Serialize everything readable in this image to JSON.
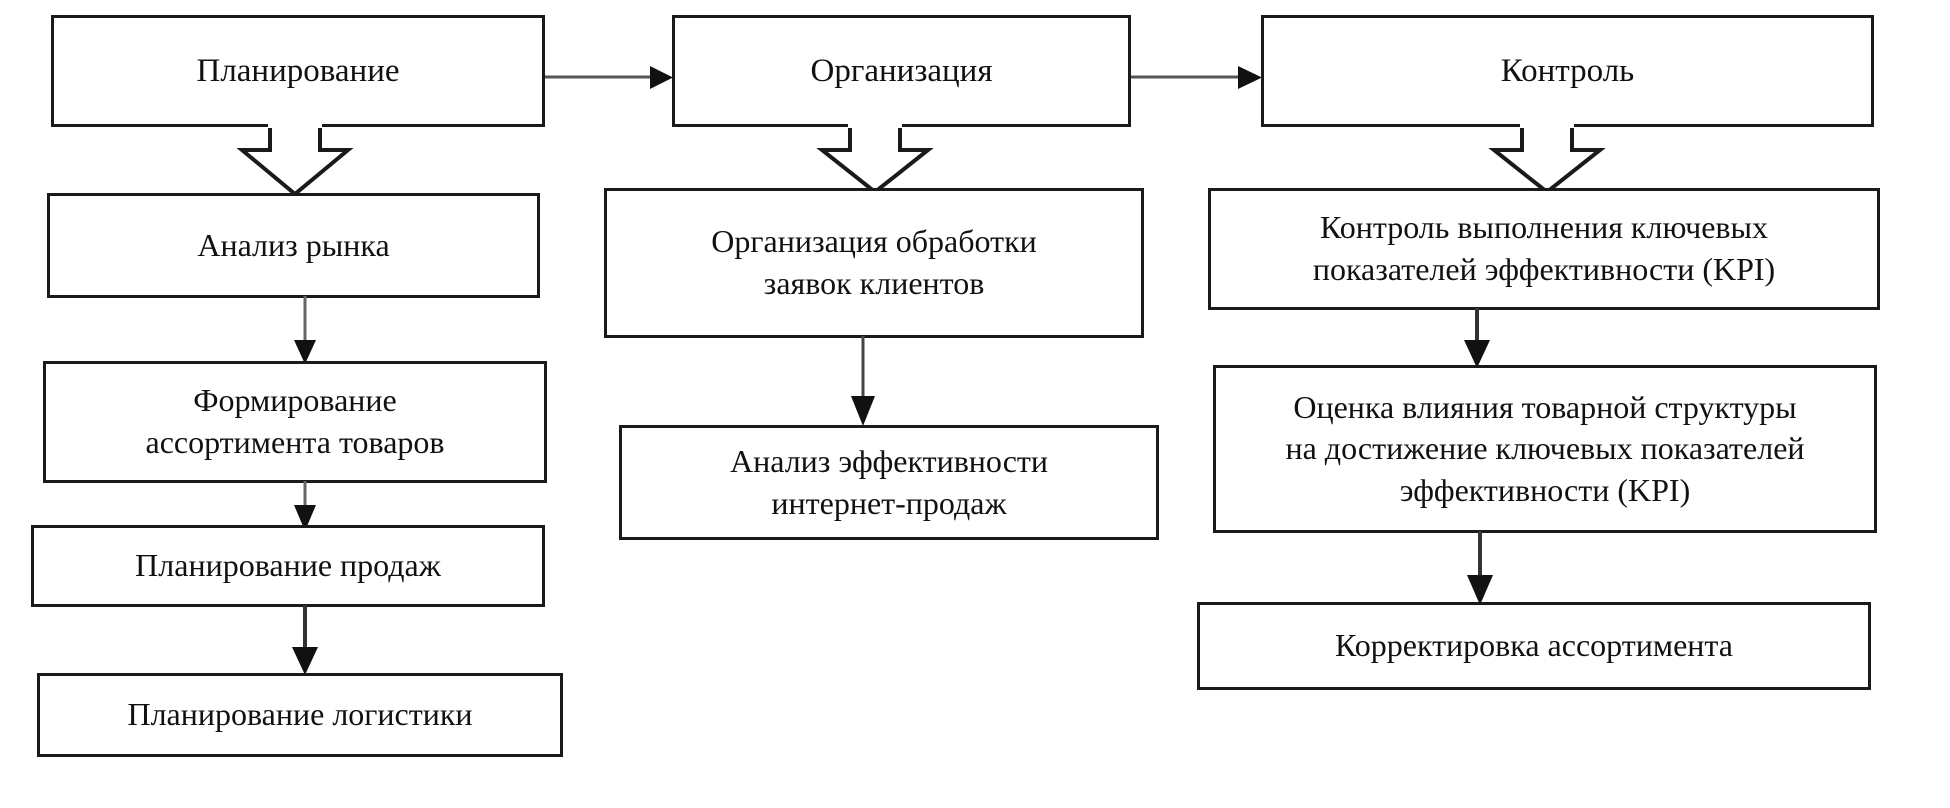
{
  "diagram": {
    "title_visible": false,
    "background_color": "#ffffff",
    "stroke_color": "#1a1a1a",
    "text_color": "#111111",
    "columns": [
      {
        "name": "planning",
        "header": "Планирование",
        "steps": [
          "Анализ рынка",
          "Формирование\nассортимента товаров",
          "Планирование продаж",
          "Планирование логистики"
        ]
      },
      {
        "name": "organization",
        "header": "Организация",
        "steps": [
          "Организация обработки\nзаявок клиентов",
          "Анализ эффективности\nинтернет-продаж"
        ]
      },
      {
        "name": "control",
        "header": "Контроль",
        "steps": [
          "Контроль выполнения ключевых\nпоказателей эффективности (KPI)",
          "Оценка влияния товарной структуры\nна достижение ключевых показателей\nэффективности (KPI)",
          "Корректировка ассортимента"
        ]
      }
    ],
    "nodes": {
      "planning_header": "Планирование",
      "organization_header": "Организация",
      "control_header": "Контроль",
      "market_analysis": "Анализ рынка",
      "assortment_formation": "Формирование\nассортимента товаров",
      "sales_planning": "Планирование продаж",
      "logistics_planning": "Планирование логистики",
      "order_processing": "Организация обработки\nзаявок клиентов",
      "online_sales_efficiency": "Анализ эффективности\nинтернет-продаж",
      "kpi_control": "Контроль выполнения ключевых\nпоказателей эффективности (KPI)",
      "structure_impact": "Оценка влияния товарной структуры\nна достижение ключевых показателей\nэффективности (KPI)",
      "assortment_correction": "Корректировка ассортимента"
    },
    "connectors": [
      {
        "name": "planning-to-organization",
        "type": "line-arrow",
        "direction": "right"
      },
      {
        "name": "organization-to-control",
        "type": "line-arrow",
        "direction": "right"
      },
      {
        "name": "planning-to-market-analysis",
        "type": "block-arrow",
        "direction": "down"
      },
      {
        "name": "organization-to-order-processing",
        "type": "block-arrow",
        "direction": "down"
      },
      {
        "name": "control-to-kpi-control",
        "type": "block-arrow",
        "direction": "down"
      },
      {
        "name": "market-analysis-to-assortment-formation",
        "type": "line-arrow",
        "direction": "down"
      },
      {
        "name": "assortment-formation-to-sales-planning",
        "type": "line-arrow",
        "direction": "down"
      },
      {
        "name": "sales-planning-to-logistics-planning",
        "type": "line-arrow",
        "direction": "down"
      },
      {
        "name": "order-processing-to-online-sales-efficiency",
        "type": "line-arrow",
        "direction": "down"
      },
      {
        "name": "kpi-control-to-structure-impact",
        "type": "line-arrow",
        "direction": "down"
      },
      {
        "name": "structure-impact-to-assortment-correction",
        "type": "line-arrow",
        "direction": "down"
      }
    ]
  }
}
